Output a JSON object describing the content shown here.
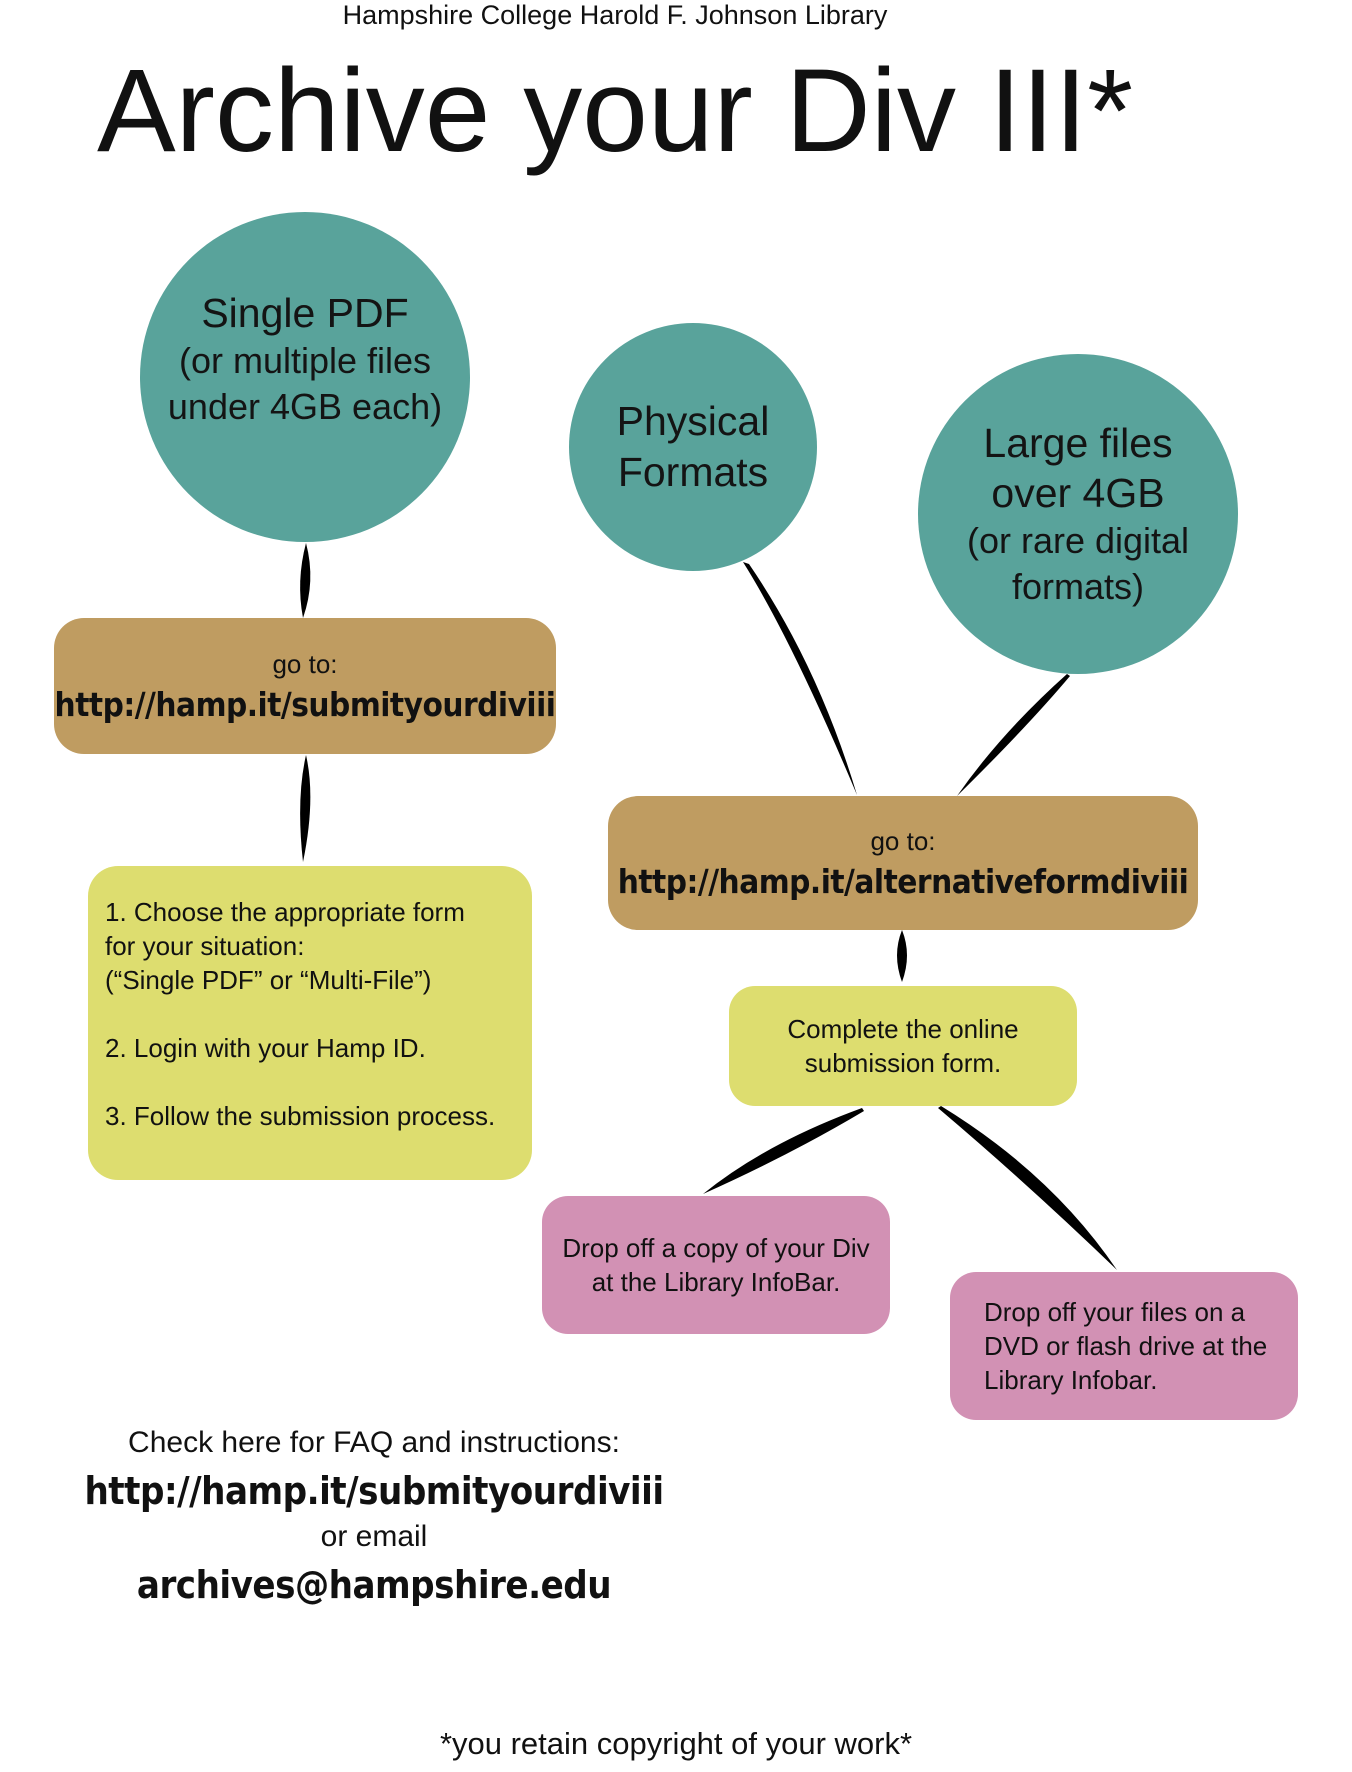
{
  "header": {
    "institution": "Hampshire College Harold F. Johnson Library",
    "title": "Archive your Div III*"
  },
  "nodes": {
    "single_pdf": {
      "line1": "Single PDF",
      "line2": "(or multiple files",
      "line3": "under 4GB each)"
    },
    "physical": {
      "line1": "Physical",
      "line2": "Formats"
    },
    "large_files": {
      "line1": "Large files",
      "line2": "over 4GB",
      "line3": "(or rare digital",
      "line4": "formats)"
    },
    "goto_left": {
      "label": "go to:",
      "url": "http://hamp.it/submityourdiviii"
    },
    "goto_right": {
      "label": "go to:",
      "url": "http://hamp.it/alternativeformdiviii"
    },
    "steps": {
      "step1_a": "1.  Choose the appropriate form",
      "step1_b": "for your situation:",
      "step1_c": "(“Single PDF” or “Multi-File”)",
      "step2": "2. Login with your Hamp ID.",
      "step3": "3. Follow the submission process."
    },
    "complete_form": {
      "line1": "Complete the online",
      "line2": "submission form."
    },
    "drop_copy": {
      "line1": "Drop off a copy of your Div",
      "line2": "at the Library InfoBar."
    },
    "drop_files": {
      "line1": "Drop off your files on a",
      "line2": "DVD or flash drive at the",
      "line3": "Library Infobar."
    }
  },
  "footer": {
    "faq_text": "Check here for FAQ and instructions:",
    "faq_url": "http://hamp.it/submityourdiviii",
    "or_email": "or email",
    "email": "archives@hampshire.edu",
    "copyright_note": "*you retain copyright of your work*"
  },
  "colors": {
    "circle": "#59a39b",
    "tan": "#bf9c61",
    "yellow": "#dddd6f",
    "pink": "#d291b4"
  }
}
